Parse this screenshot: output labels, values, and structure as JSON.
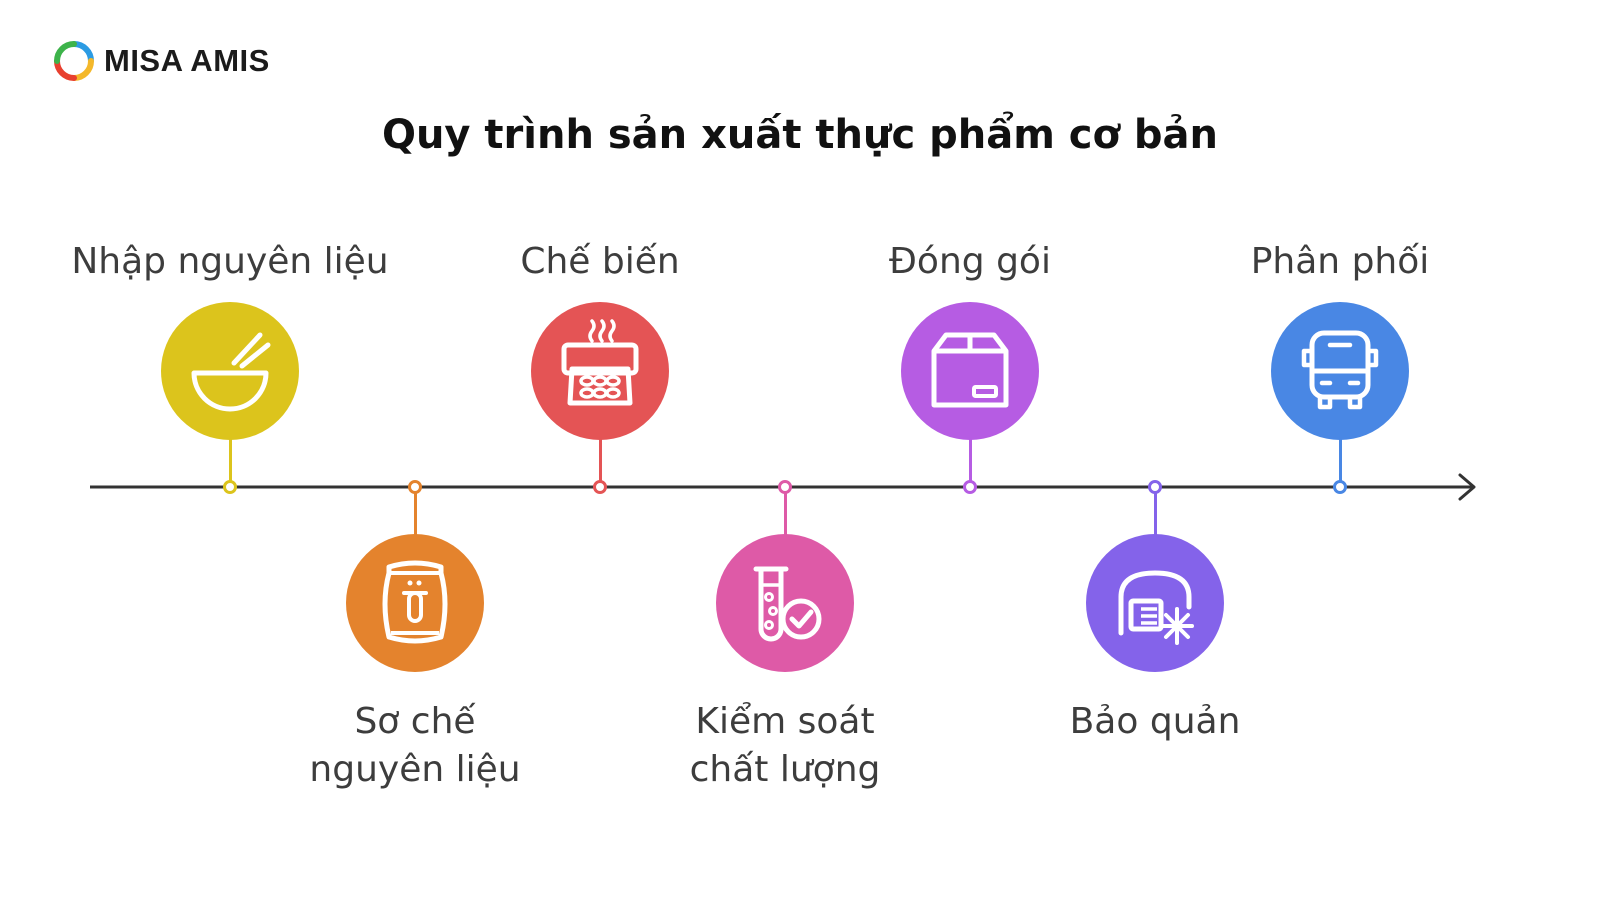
{
  "brand": {
    "name": "MISA AMIS",
    "logo_icon": "misa-swirl-logo-icon"
  },
  "title": "Quy trình sản xuất thực phẩm cơ bản",
  "timeline": {
    "line_color": "#333333"
  },
  "steps": [
    {
      "label": "Nhập nguyên liệu",
      "icon": "bowl-chopsticks-icon",
      "color": "#DCC41C",
      "position": "top"
    },
    {
      "label": "Sơ chế\nnguyên liệu",
      "icon": "ingredient-sack-icon",
      "color": "#E4832D",
      "position": "bottom"
    },
    {
      "label": "Chế biến",
      "icon": "cooking-tray-icon",
      "color": "#E45455",
      "position": "top"
    },
    {
      "label": "Kiểm soát\nchất lượng",
      "icon": "test-tube-check-icon",
      "color": "#DE5AA7",
      "position": "bottom"
    },
    {
      "label": "Đóng gói",
      "icon": "package-box-icon",
      "color": "#B65CE3",
      "position": "top"
    },
    {
      "label": "Bảo quản",
      "icon": "cold-storage-icon",
      "color": "#8463EA",
      "position": "bottom"
    },
    {
      "label": "Phân phối",
      "icon": "bus-icon",
      "color": "#4987E4",
      "position": "top"
    }
  ]
}
